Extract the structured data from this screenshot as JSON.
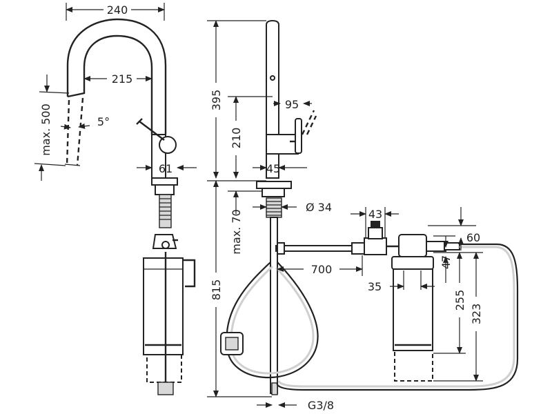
{
  "drawing": {
    "labels": {
      "width_240": "240",
      "reach_215": "215",
      "max500": "max. 500",
      "angle5": "5°",
      "d61": "61",
      "h395": "395",
      "h210": "210",
      "d95": "95",
      "d45": "45",
      "dia34": "Ø 34",
      "max70": "max. 70",
      "h815": "815",
      "thread": "G3/8",
      "d43": "43",
      "d700": "700",
      "d60": "60",
      "d47": "47",
      "d35": "35",
      "h255": "255",
      "h323": "323"
    }
  }
}
